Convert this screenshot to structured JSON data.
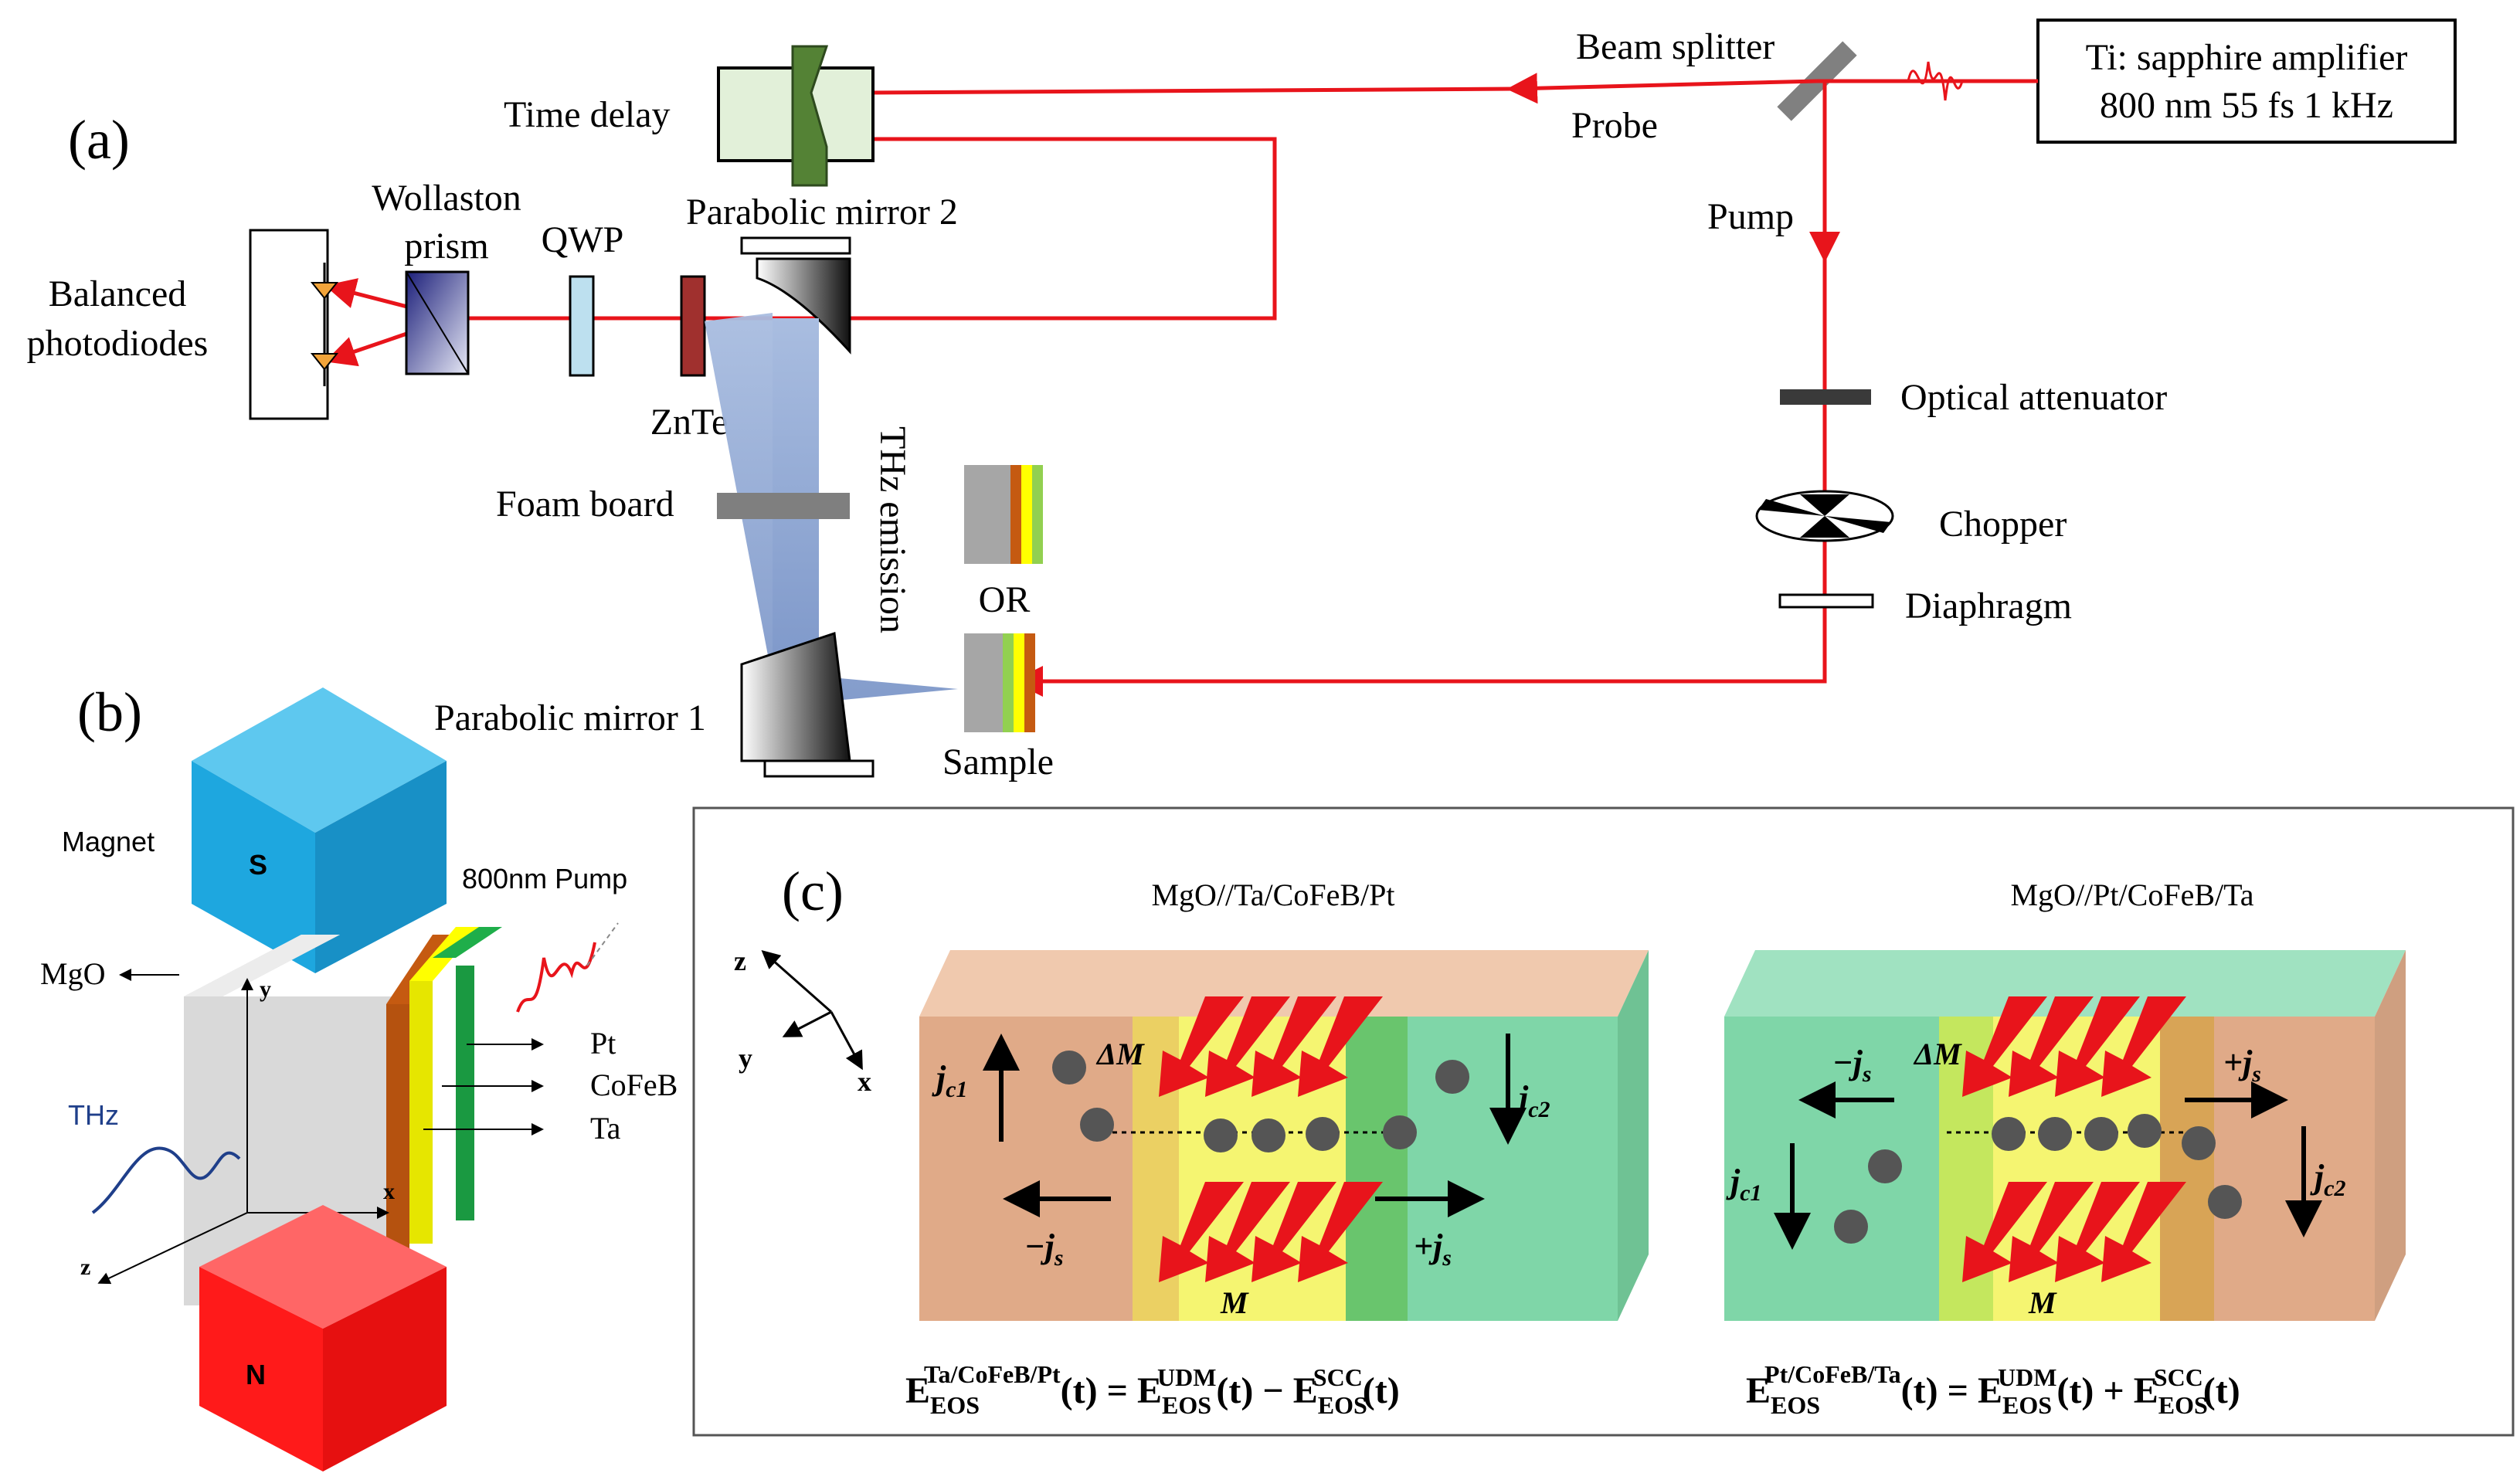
{
  "panels": {
    "a": "(a)",
    "b": "(b)",
    "c": "(c)"
  },
  "setup": {
    "laser_line1": "Ti: sapphire amplifier",
    "laser_line2": "800 nm 55 fs 1 kHz",
    "beam_splitter": "Beam splitter",
    "probe": "Probe",
    "pump": "Pump",
    "time_delay": "Time delay",
    "parabolic_mirror_2": "Parabolic mirror 2",
    "parabolic_mirror_1": "Parabolic mirror 1",
    "wollaston_1": "Wollaston",
    "wollaston_2": "prism",
    "qwp": "QWP",
    "balanced_1": "Balanced",
    "balanced_2": "photodiodes",
    "znte": "ZnTe",
    "foam_board": "Foam board",
    "thz_emission": "THz emission",
    "or": "OR",
    "sample": "Sample",
    "optical_attenuator": "Optical attenuator",
    "chopper": "Chopper",
    "diaphragm": "Diaphragm"
  },
  "geometry_b": {
    "magnet": "Magnet",
    "s_pole": "S",
    "n_pole": "N",
    "pump": "800nm Pump",
    "mgo": "MgO",
    "pt": "Pt",
    "cofeb": "CoFeB",
    "ta": "Ta",
    "thz": "THz",
    "axis_x": "x",
    "axis_y": "y",
    "axis_z": "z"
  },
  "panel_c": {
    "axes": {
      "z": "z",
      "y": "y",
      "x": "x"
    },
    "left": {
      "title": "MgO//Ta/CoFeB/Pt",
      "jc1": "j",
      "jc1_sub": "c1",
      "jc2": "j",
      "jc2_sub": "c2",
      "delta_m": "ΔM",
      "m": "M",
      "minus_js": "−j",
      "plus_js": "+j",
      "js_sub": "s",
      "eq_lhs_sup": "Ta/CoFeB/Pt",
      "eq_rest": "(t) = E",
      "eq_sup_udm": "UDM",
      "eq_sub": "EOS",
      "eq_op": "(t) − E",
      "eq_sup_scc": "SCC"
    },
    "right": {
      "title": "MgO//Pt/CoFeB/Ta",
      "jc1": "j",
      "jc1_sub": "c1",
      "jc2": "j",
      "jc2_sub": "c2",
      "delta_m": "ΔM",
      "m": "M",
      "minus_js": "−j",
      "plus_js": "+j",
      "js_sub": "s",
      "eq_lhs_sup": "Pt/CoFeB/Ta",
      "eq_rest": "(t) = E",
      "eq_sup_udm": "UDM",
      "eq_sub": "EOS",
      "eq_op": "(t) + E",
      "eq_sup_scc": "SCC"
    }
  },
  "colors": {
    "beam": "#e8141b",
    "ta_layer": "#e0aa88",
    "cofeb_layer": "#f5f571",
    "pt_layer": "#7fd6a8",
    "thz_beam": "#8aa3cf",
    "magnet_s": "#1ea7df",
    "magnet_n": "#ff1a1a"
  }
}
